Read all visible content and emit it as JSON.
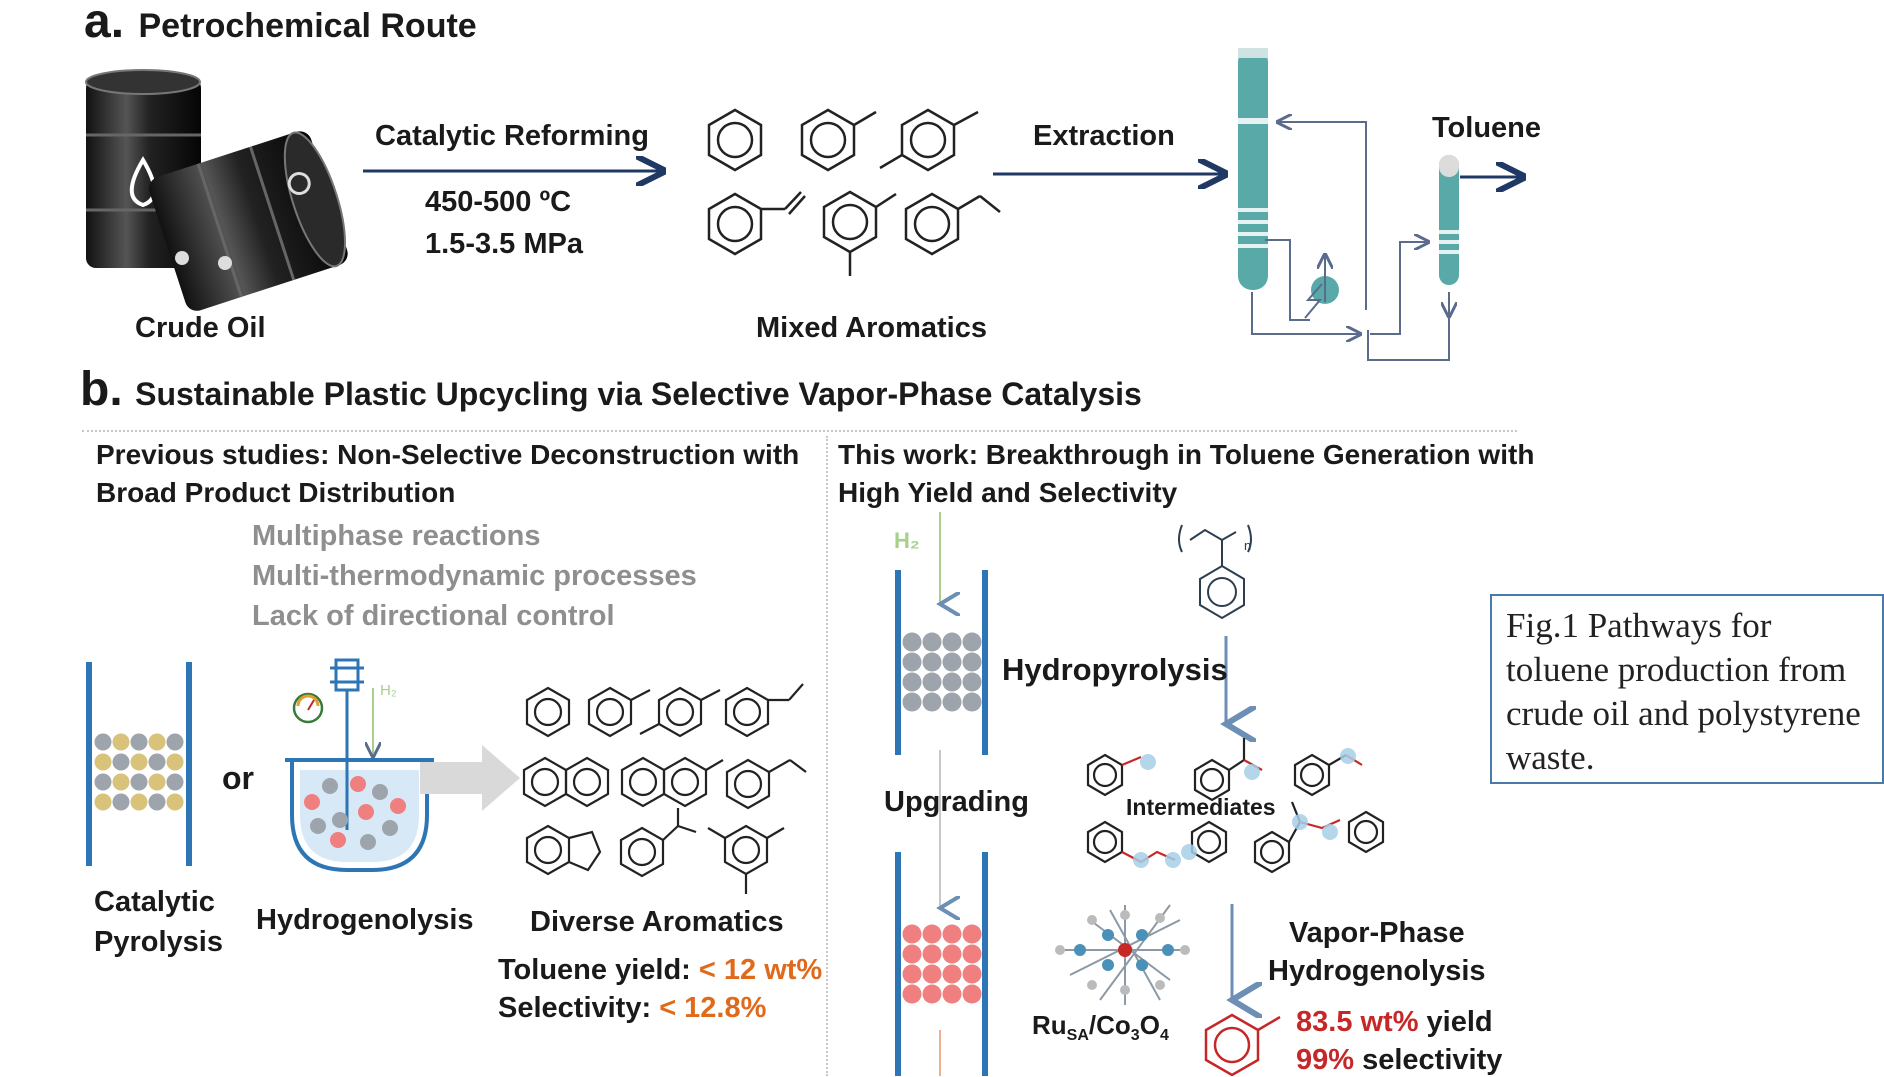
{
  "panel_a": {
    "letter": "a.",
    "title": "Petrochemical Route",
    "crude_oil": "Crude Oil",
    "reforming": "Catalytic Reforming",
    "temperature": "450-500 ºC",
    "pressure": "1.5-3.5 MPa",
    "mixed_aromatics": "Mixed Aromatics",
    "extraction": "Extraction",
    "toluene": "Toluene"
  },
  "panel_b": {
    "letter": "b.",
    "title": "Sustainable Plastic Upcycling via Selective Vapor-Phase Catalysis",
    "left": {
      "heading_line1": "Previous studies: Non-Selective Deconstruction with",
      "heading_line2": "Broad Product Distribution",
      "issues": [
        "Multiphase reactions",
        "Multi-thermodynamic processes",
        "Lack of directional control"
      ],
      "or": "or",
      "catalytic_line1": "Catalytic",
      "catalytic_line2": "Pyrolysis",
      "hydrogenolysis": "Hydrogenolysis",
      "h2": "H₂",
      "diverse_aromatics": "Diverse Aromatics",
      "toluene_yield_label": "Toluene yield: ",
      "toluene_yield_value": "< 12 wt%",
      "selectivity_label": "Selectivity: ",
      "selectivity_value": "< 12.8%"
    },
    "right": {
      "heading_line1": "This work: Breakthrough in Toluene Generation with",
      "heading_line2": "High Yield and Selectivity",
      "h2": "H₂",
      "hydropyrolysis": "Hydropyrolysis",
      "upgrading": "Upgrading",
      "intermediates": "Intermediates",
      "vapor_line1": "Vapor-Phase",
      "vapor_line2": "Hydrogenolysis",
      "catalyst_main": "Ru",
      "catalyst_sub1": "SA",
      "catalyst_mid": "/Co",
      "catalyst_sub2": "3",
      "catalyst_o": "O",
      "catalyst_sub3": "4",
      "polymer_n": "n",
      "yield_value": "83.5 wt%",
      "yield_label": " yield",
      "selectivity_value": "99%",
      "selectivity_label": " selectivity"
    }
  },
  "caption": "Fig.1 Pathways for toluene production from crude oil and polystyrene waste.",
  "colors": {
    "arrow_navy": "#1f3864",
    "column_teal": "#5aa9a9",
    "reactor_blue": "#2e75b6",
    "pink": "#f07f7f",
    "grey_ball": "#9ea4ab",
    "yellow_ball": "#d9c27a",
    "highlight_red": "#c62828",
    "highlight_orange": "#e06a1c"
  }
}
